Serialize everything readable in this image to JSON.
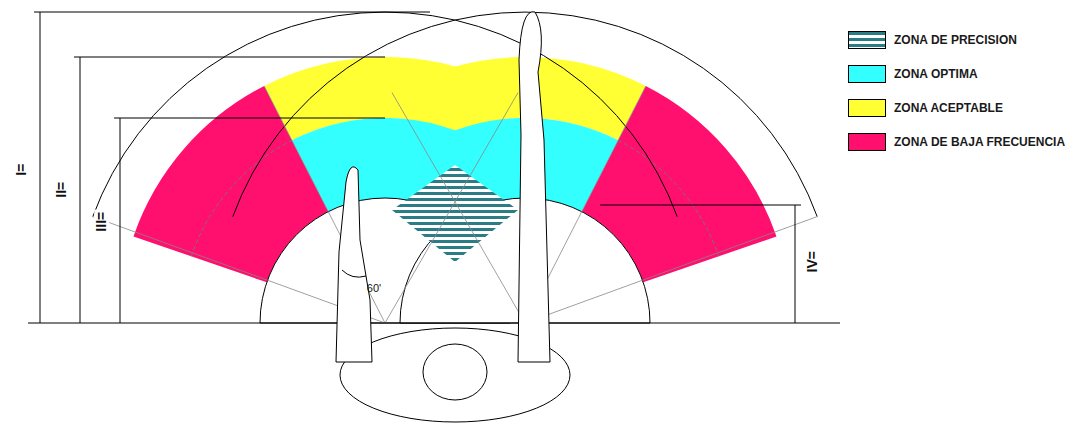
{
  "diagram": {
    "labels": [
      "I=",
      "II=",
      "III=",
      "IV=",
      "60'"
    ],
    "legend": [
      {
        "text": "ZONA DE PRECISION"
      },
      {
        "text": "ZONA OPTIMA",
        "color": "#33ffff"
      },
      {
        "text": "ZONA ACEPTABLE",
        "color": "#ffff33"
      },
      {
        "text": "ZONA DE BAJA FRECUENCIA",
        "color": "#ff0f6e"
      }
    ]
  }
}
